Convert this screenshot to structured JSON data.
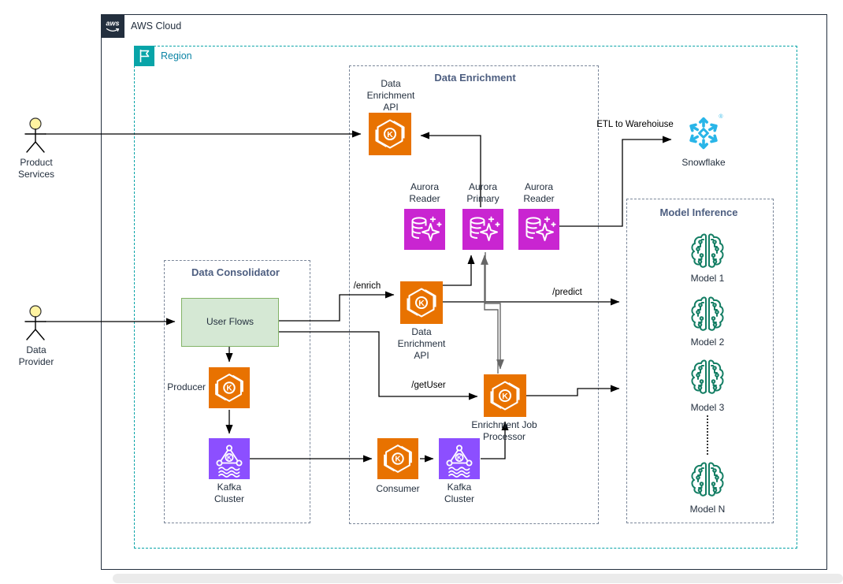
{
  "colors": {
    "orange": "#E87200",
    "purple": "#8C4FFF",
    "magenta": "#C925D1",
    "green": "#147E64",
    "snowflake-blue": "#29B5E8",
    "teal": "#08A4A8",
    "region-text": "#0B84A5",
    "navy": "#232F3E",
    "group-border": "#7A8699",
    "group-title": "#4D5E80",
    "edge-gray": "#666666",
    "userflows-fill": "#D5E8D4",
    "userflows-border": "#82B366",
    "actor-head": "#FFF3A1"
  },
  "window": {
    "aws_cloud": "AWS Cloud",
    "region": "Region"
  },
  "groups": {
    "data_enrichment": "Data Enrichment",
    "data_consolidator": "Data Consolidator",
    "model_inference": "Model Inference"
  },
  "actors": {
    "product_services": "Product\nServices",
    "data_provider": "Data\nProvider"
  },
  "nodes": {
    "api_top": "Data\nEnrichment\nAPI",
    "aurora_reader_left": "Aurora\nReader",
    "aurora_primary": "Aurora\nPrimary",
    "aurora_reader_right": "Aurora\nReader",
    "snowflake": "Snowflake",
    "user_flows": "User Flows",
    "producer": "Producer",
    "kafka_cluster_left": "Kafka\nCluster",
    "consumer": "Consumer",
    "kafka_cluster_mid": "Kafka\nCluster",
    "api_mid": "Data\nEnrichment\nAPI",
    "job_processor": "Enrichment Job\nProcessor",
    "model_1": "Model 1",
    "model_2": "Model 2",
    "model_3": "Model 3",
    "model_n": "Model N"
  },
  "edge_labels": {
    "enrich": "/enrich",
    "get_user": "/getUser",
    "predict": "/predict",
    "etl": "ETL to Warehoiuse"
  },
  "edges": [
    {
      "from": "product_services",
      "to": "data_enrichment_api_top"
    },
    {
      "from": "aurora_primary",
      "to": "data_enrichment_api_top"
    },
    {
      "from": "aurora_reader_right",
      "to": "snowflake",
      "label": "ETL to Warehoiuse"
    },
    {
      "from": "data_provider",
      "to": "user_flows"
    },
    {
      "from": "user_flows",
      "to": "data_enrichment_api_mid",
      "label": "/enrich"
    },
    {
      "from": "user_flows",
      "to": "enrichment_job_processor",
      "label": "/getUser"
    },
    {
      "from": "data_enrichment_api_mid",
      "to": "model_inference",
      "label": "/predict"
    },
    {
      "from": "data_enrichment_api_mid",
      "to": "aurora_primary"
    },
    {
      "from": "user_flows",
      "to": "producer"
    },
    {
      "from": "producer",
      "to": "kafka_cluster_left"
    },
    {
      "from": "kafka_cluster_left",
      "to": "consumer"
    },
    {
      "from": "consumer",
      "to": "kafka_cluster_mid"
    },
    {
      "from": "kafka_cluster_mid",
      "to": "enrichment_job_processor"
    },
    {
      "from": "enrichment_job_processor",
      "to": "model_inference"
    },
    {
      "from": "aurora_primary",
      "to": "enrichment_job_processor"
    },
    {
      "from": "enrichment_job_processor",
      "to": "aurora_primary"
    }
  ]
}
